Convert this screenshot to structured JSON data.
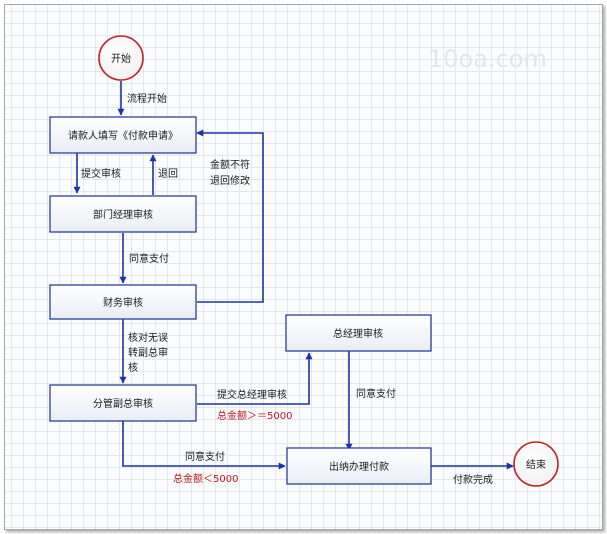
{
  "watermark": "10oa.com",
  "nodes": {
    "start": "开始",
    "apply": "请款人填写《付款申请》",
    "dept": "部门经理审核",
    "finance": "财务审核",
    "gm": "总经理审核",
    "vp": "分管副总审核",
    "cashier": "出纳办理付款",
    "end": "结束"
  },
  "edges": {
    "flow_start": "流程开始",
    "submit": "提交审核",
    "return": "退回",
    "amount_mismatch": [
      "金额不符",
      "退回修改"
    ],
    "agree_pay_1": "同意支付",
    "verified": [
      "核对无误",
      "转副总审",
      "核"
    ],
    "submit_gm": "提交总经理审核",
    "total_ge": "总金额＞＝5000",
    "agree_pay_gm": "同意支付",
    "agree_pay_vp": "同意支付",
    "total_lt": "总金额＜5000",
    "pay_done": "付款完成"
  },
  "colors": {
    "box_border": "#1e2f8e",
    "edge": "#1f33a6",
    "circle_border": "#b8262f",
    "condition_text": "#c0181f"
  }
}
